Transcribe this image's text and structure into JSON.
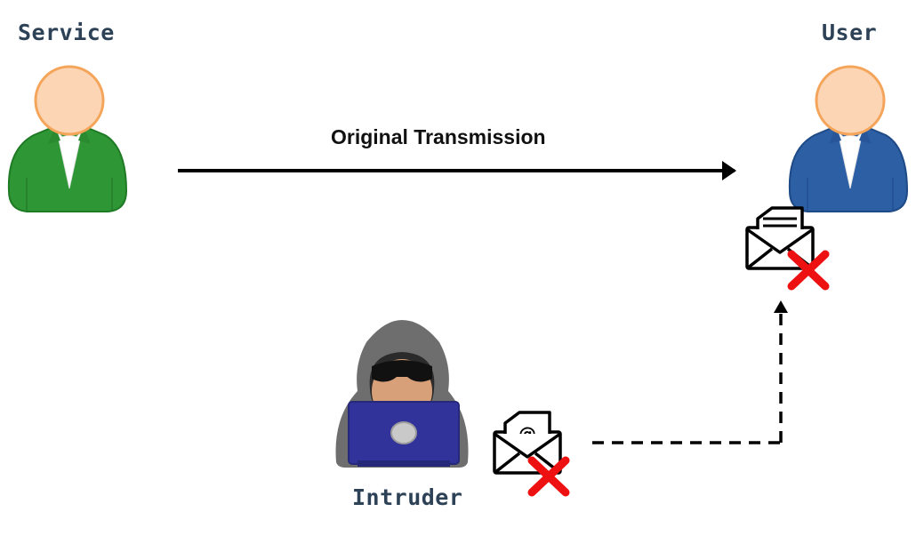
{
  "actors": {
    "service": {
      "label": "Service",
      "color": "#2f9635",
      "color_dark": "#1f7a25"
    },
    "user": {
      "label": "User",
      "color": "#2d5fa4",
      "color_dark": "#1e4a86"
    },
    "intruder": {
      "label": "Intruder",
      "laptop_color": "#31339a",
      "hood_color": "#6e6e6e"
    }
  },
  "arrows": {
    "original": {
      "label": "Original Transmission",
      "style": "solid"
    },
    "forged": {
      "style": "dashed"
    }
  },
  "icons": {
    "user_mail": "envelope-letter-icon",
    "intruder_mail": "envelope-at-icon",
    "reject_mark": "red-x-icon"
  },
  "colors": {
    "skin": "#fcd5b5",
    "skin_outline": "#f5a55a",
    "reject": "#ee1111",
    "line": "#000000"
  }
}
